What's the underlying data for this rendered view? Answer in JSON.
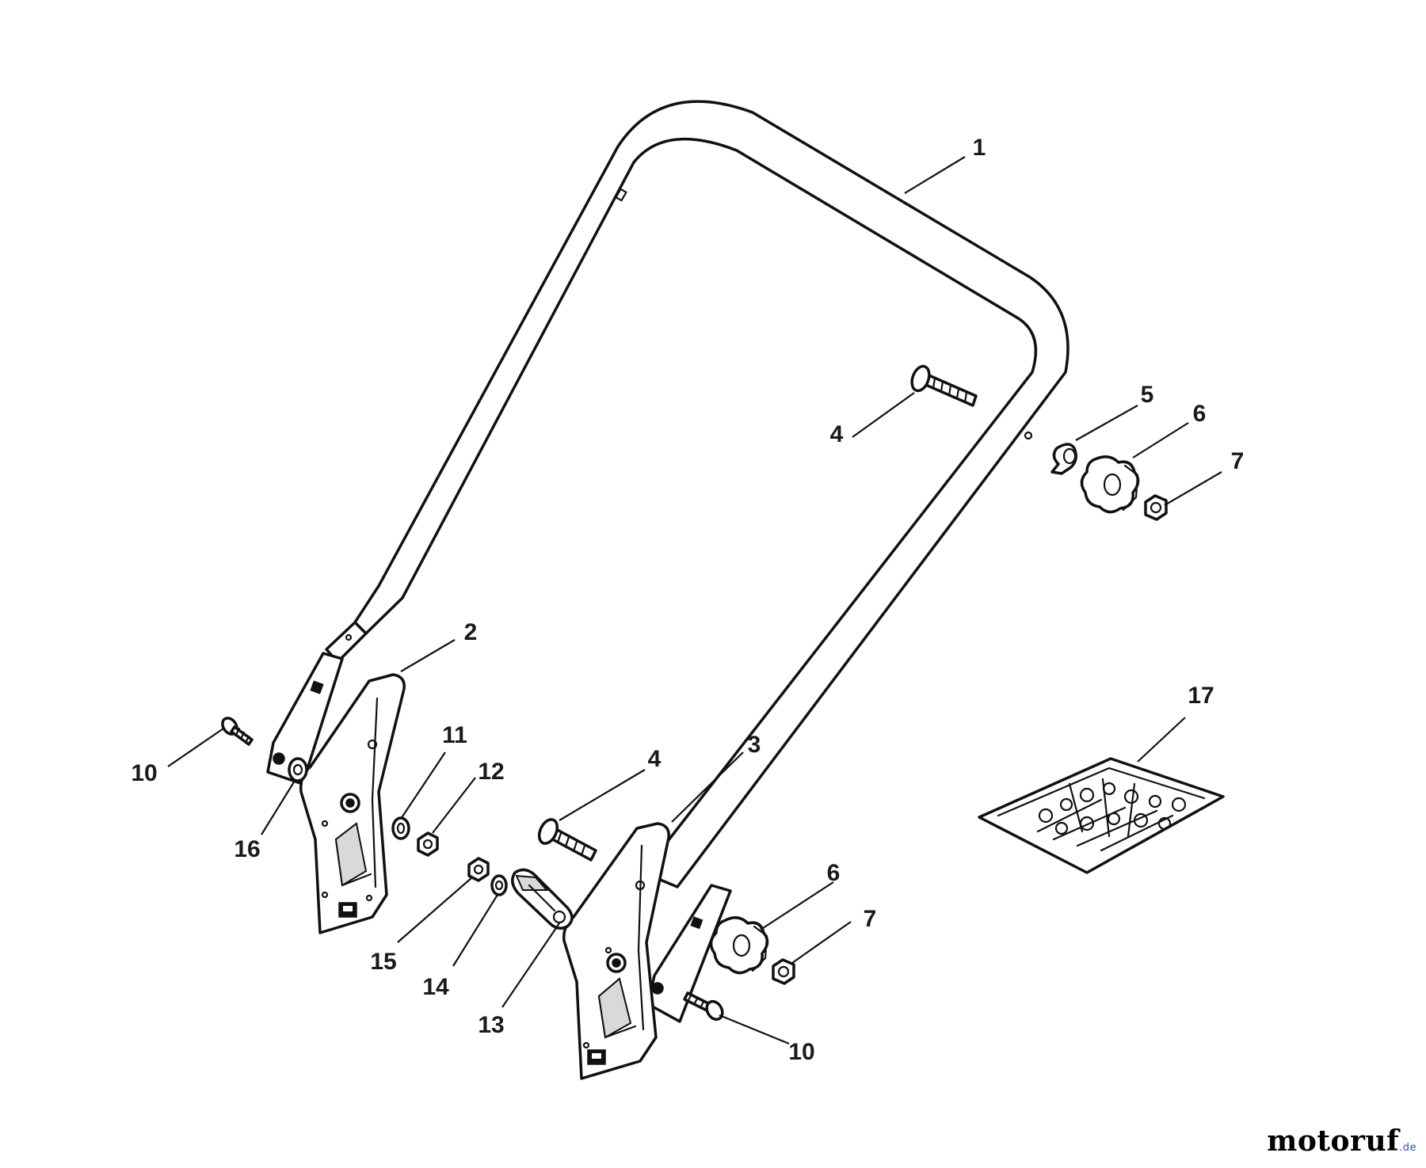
{
  "diagram": {
    "callouts": {
      "c1": "1",
      "c2": "2",
      "c3": "3",
      "c4a": "4",
      "c4b": "4",
      "c5": "5",
      "c6a": "6",
      "c6b": "6",
      "c7a": "7",
      "c7b": "7",
      "c10a": "10",
      "c10b": "10",
      "c11": "11",
      "c12": "12",
      "c13": "13",
      "c14": "14",
      "c15": "15",
      "c16": "16",
      "c17": "17"
    }
  },
  "watermark": {
    "brand": "motoruf",
    "suffix": ".de",
    "colors": {
      "primary": "#2b4f9e"
    }
  }
}
